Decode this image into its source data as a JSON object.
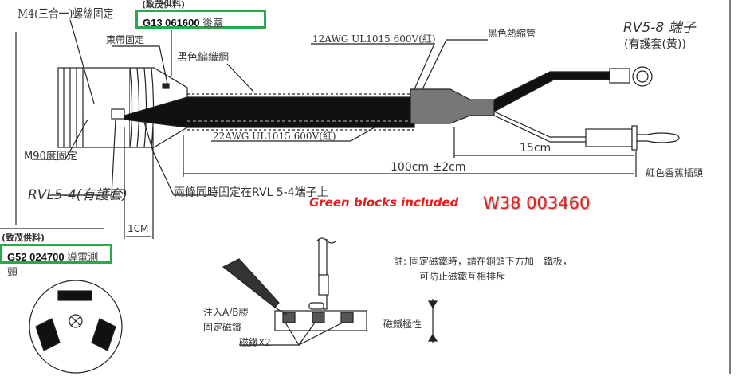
{
  "labels": {
    "m4_screw": "M4(三合一)螺絲固定",
    "supplied_top": "(致茂供料)",
    "part_top_code": "G13 061600",
    "part_top_name": "後蓋",
    "cable_tie": "束帶固定",
    "black_braid": "黑色編織網",
    "wire_12awg": "12AWG UL1015 600V(紅)",
    "heat_shrink": "黑色熱縮管",
    "rv58_terminal": "RV5-8 端子",
    "rv58_sleeve": "(有護套(黃))",
    "wire_22awg": "22AWG UL1015 600V(紅)",
    "m90_fix": "M90度固定",
    "rvl54": "RVL5-4(有護套)",
    "both_fixed": "兩條同時固定在RVL 5-4端子上",
    "dim_15cm": "15cm",
    "dim_100cm": "100cm ±2cm",
    "red_banana": "紅色香蕉插頭",
    "dim_1cm": "1CM",
    "supplied_bottom": "(致茂供料)",
    "part_bottom_code": "G52 024700",
    "part_bottom_name": "導電測頭",
    "inject_glue": "注入A/B膠",
    "fix_magnet": "固定磁鐵",
    "magnet_x2": "磁鐵X2",
    "note_line1": "註: 固定磁鐵時，請在銅頭下方加一鐵板，",
    "note_line2": "可防止磁鐵互相排斥",
    "magnet_polarity": "磁鐵極性"
  },
  "annotations": {
    "green_blocks": "Green blocks included",
    "part_number": "W38 003460"
  },
  "colors": {
    "highlight_box": "#2aa84a",
    "annotation_red": "#e02020"
  }
}
